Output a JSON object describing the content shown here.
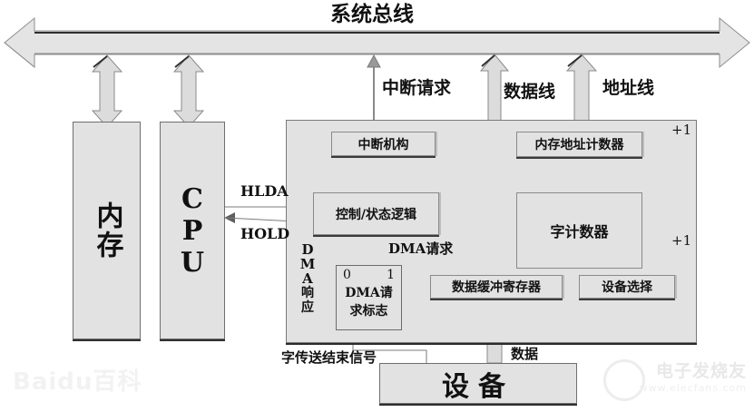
{
  "diagram": {
    "title": "系统总线",
    "bus": {
      "label": "系统总线"
    },
    "left_blocks": [
      {
        "id": "memory",
        "label": "内存"
      },
      {
        "id": "cpu",
        "label": "CPU"
      }
    ],
    "bus_line_labels": [
      {
        "id": "interrupt-request",
        "label": "中断请求"
      },
      {
        "id": "data-line",
        "label": "数据线"
      },
      {
        "id": "address-line",
        "label": "地址线"
      }
    ],
    "signals": [
      {
        "id": "hlda",
        "label": "HLDA"
      },
      {
        "id": "hold",
        "label": "HOLD"
      },
      {
        "id": "dma-request",
        "label": "DMA请求"
      },
      {
        "id": "dma-response",
        "label": "DMA响应"
      },
      {
        "id": "word-transfer-end",
        "label": "字传送结束信号"
      },
      {
        "id": "data",
        "label": "数据"
      }
    ],
    "controller_blocks": [
      {
        "id": "interrupt-mechanism",
        "label": "中断机构"
      },
      {
        "id": "control-status-logic",
        "label": "控制/状态逻辑"
      },
      {
        "id": "memory-address-counter",
        "label": "内存地址计数器"
      },
      {
        "id": "word-counter",
        "label": "字计数器"
      },
      {
        "id": "data-buffer-register",
        "label": "数据缓冲寄存器"
      },
      {
        "id": "device-select",
        "label": "设备选择"
      }
    ],
    "dma_flag": {
      "id": "dma-request-flag",
      "zero": "0",
      "one": "1",
      "line1": "DMA请",
      "line2": "求标志"
    },
    "increments": [
      {
        "id": "increment-address",
        "label": "+1"
      },
      {
        "id": "increment-word",
        "label": "+1"
      }
    ],
    "device": {
      "id": "device",
      "label": "设备"
    },
    "dma_response_chars": [
      "D",
      "M",
      "A",
      "响",
      "应"
    ],
    "watermarks": [
      {
        "id": "baidu",
        "line1": "Baidu百科"
      },
      {
        "id": "elecfans",
        "line1": "电子发烧友",
        "line2": "www.elecfans.com"
      }
    ],
    "colors": {
      "fill": "#e2e2e2",
      "stroke": "#7b7b7b",
      "shadow": "#2b2b2b",
      "text": "#111111",
      "page": "#ffffff"
    }
  }
}
